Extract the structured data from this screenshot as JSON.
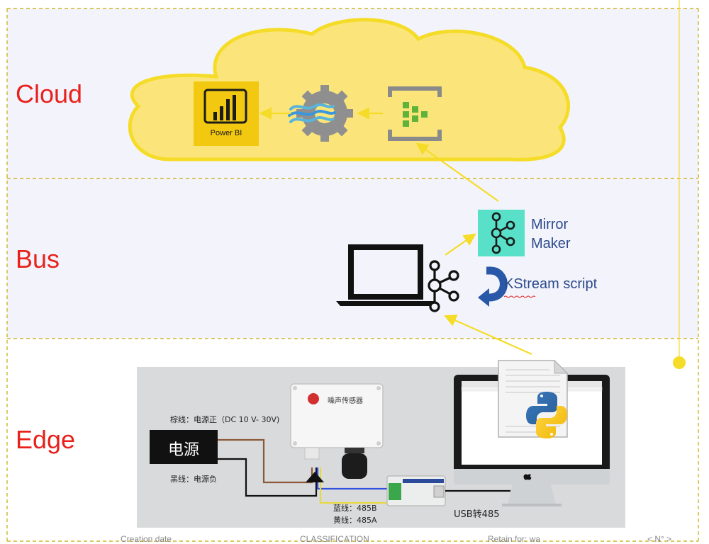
{
  "layers": {
    "cloud": "Cloud",
    "bus": "Bus",
    "edge": "Edge"
  },
  "cloud": {
    "powerbi_label": "Power BI"
  },
  "bus": {
    "mirror_maker_line1": "Mirror",
    "mirror_maker_line2": "Maker",
    "kstream_label": "KStream script"
  },
  "edge": {
    "sensor_title": "噪声传感器",
    "brown_wire_label": "棕线：电源正（DC   10 V- 30V)",
    "power_box_label": "电源",
    "black_wire_label": "黑线：电源负",
    "blue_wire_label": "蓝线：485B",
    "yellow_wire_label": "黄线：485A",
    "usb_label": "USB转485"
  },
  "footer": {
    "creation_date": "Creation date",
    "classification": "CLASSIFICATION",
    "retain_for": "Retain for: wa",
    "page_number": "< N° >"
  },
  "colors": {
    "layer_label": "#e8211c",
    "cloud_fill": "#fbe57a",
    "cloud_stroke": "#f5dc28",
    "arrow": "#f5dc28",
    "powerbi_bg": "#f2c811",
    "kafka_bg": "#58e0c8",
    "kstream_arrow": "#2a58a8",
    "dashed_border": "#c8a800"
  }
}
